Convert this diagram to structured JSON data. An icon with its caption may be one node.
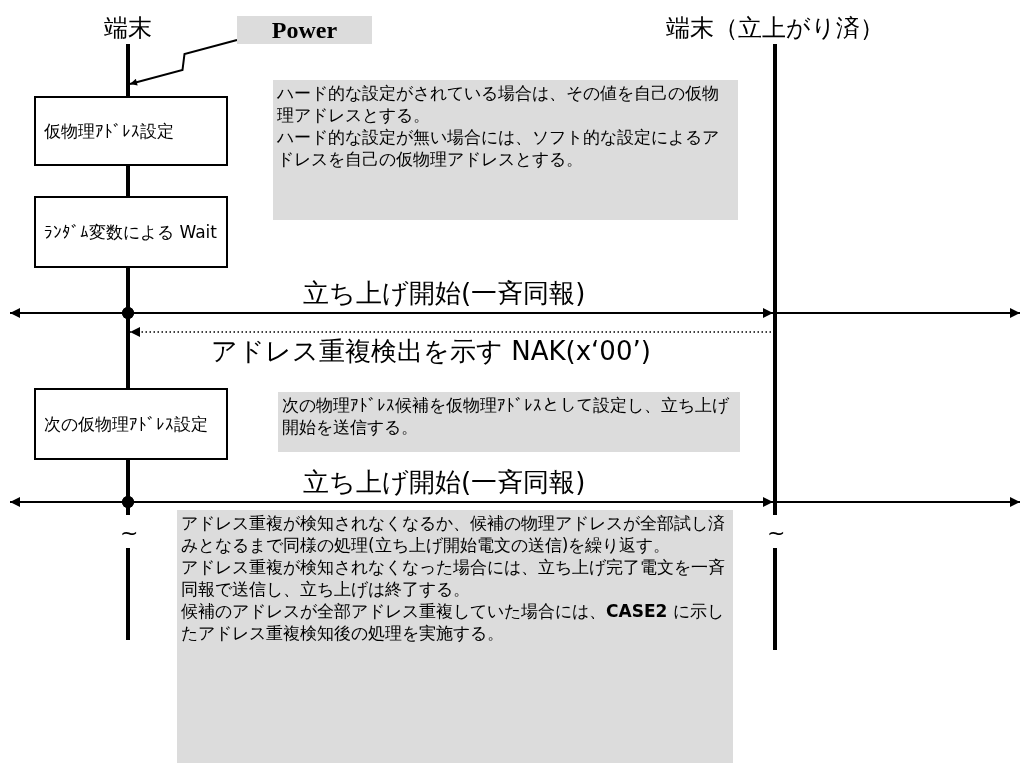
{
  "diagram": {
    "nodes": [
      {
        "text": [
          "端末"
        ]
      },
      {
        "text": [
          "端末（立上がり済）"
        ]
      },
      {
        "text": [
          "Power"
        ]
      },
      {
        "text": [
          "仮物理ｱﾄﾞﾚｽ設定"
        ]
      },
      {
        "text": [
          "ﾗﾝﾀﾞﾑ変数による Wait"
        ]
      },
      {
        "text": [
          "ハード的な設定がされている場合は、その値を自己の仮物理アドレスとする。",
          "ハード的な設定が無い場合には、ソフト的な設定によるアドレスを自己の仮物理アドレスとする。"
        ]
      },
      {
        "text": [
          "次の仮物理ｱﾄﾞﾚｽ設定"
        ]
      },
      {
        "text": [
          "次の物理ｱﾄﾞﾚｽ候補を仮物理ｱﾄﾞﾚｽとして設定し、立ち上げ開始を送信する。"
        ]
      },
      {
        "text": [
          "アドレス重複が検知されなくなるか、候補の物理アドレスが全部試し済みとなるまで同様の処理(立ち上げ開始電文の送信)を繰り返す。",
          "アドレス重複が検知されなくなった場合には、立ち上げ完了電文を一斉同報で送信し、立ち上げは終了する。",
          "候補のアドレスが全部アドレス重複していた場合には、**CASE2** に示したアドレス重複検知後の処理を実施する。"
        ]
      }
    ],
    "edges": [
      {
        "from": 2,
        "to": 0,
        "arrow": "to"
      },
      {
        "from": 0,
        "to": 1,
        "arrow": "to",
        "label": "立ち上げ開始(一斉同報)"
      },
      {
        "from": 0,
        "to": null,
        "arrow": "to"
      },
      {
        "from": 1,
        "to": null,
        "arrow": "to"
      },
      {
        "from": 1,
        "to": 0,
        "arrow": "to",
        "label": "アドレス重複検出を示す NAK(x‘00’)",
        "style": "dashed"
      },
      {
        "from": 0,
        "to": 1,
        "arrow": "to",
        "label": "立ち上げ開始(一斉同報)"
      },
      {
        "from": 0,
        "to": null,
        "arrow": "to"
      },
      {
        "from": 1,
        "to": null,
        "arrow": "to"
      }
    ],
    "labels": [
      "~",
      "~"
    ]
  }
}
